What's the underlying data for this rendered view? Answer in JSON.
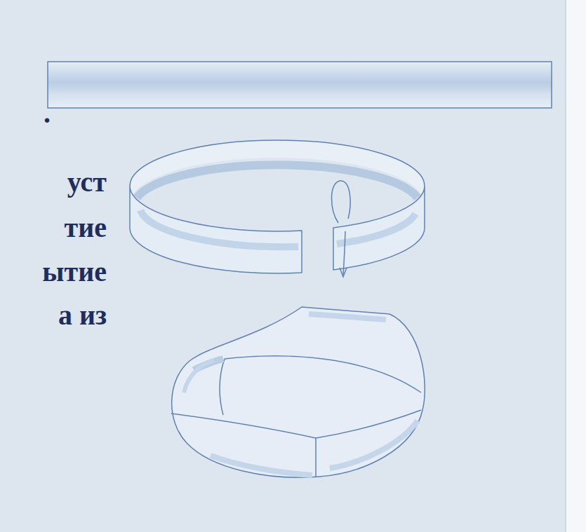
{
  "diagram": {
    "labels": [
      ".",
      "уст",
      "тие",
      "ытие",
      "а из"
    ]
  }
}
